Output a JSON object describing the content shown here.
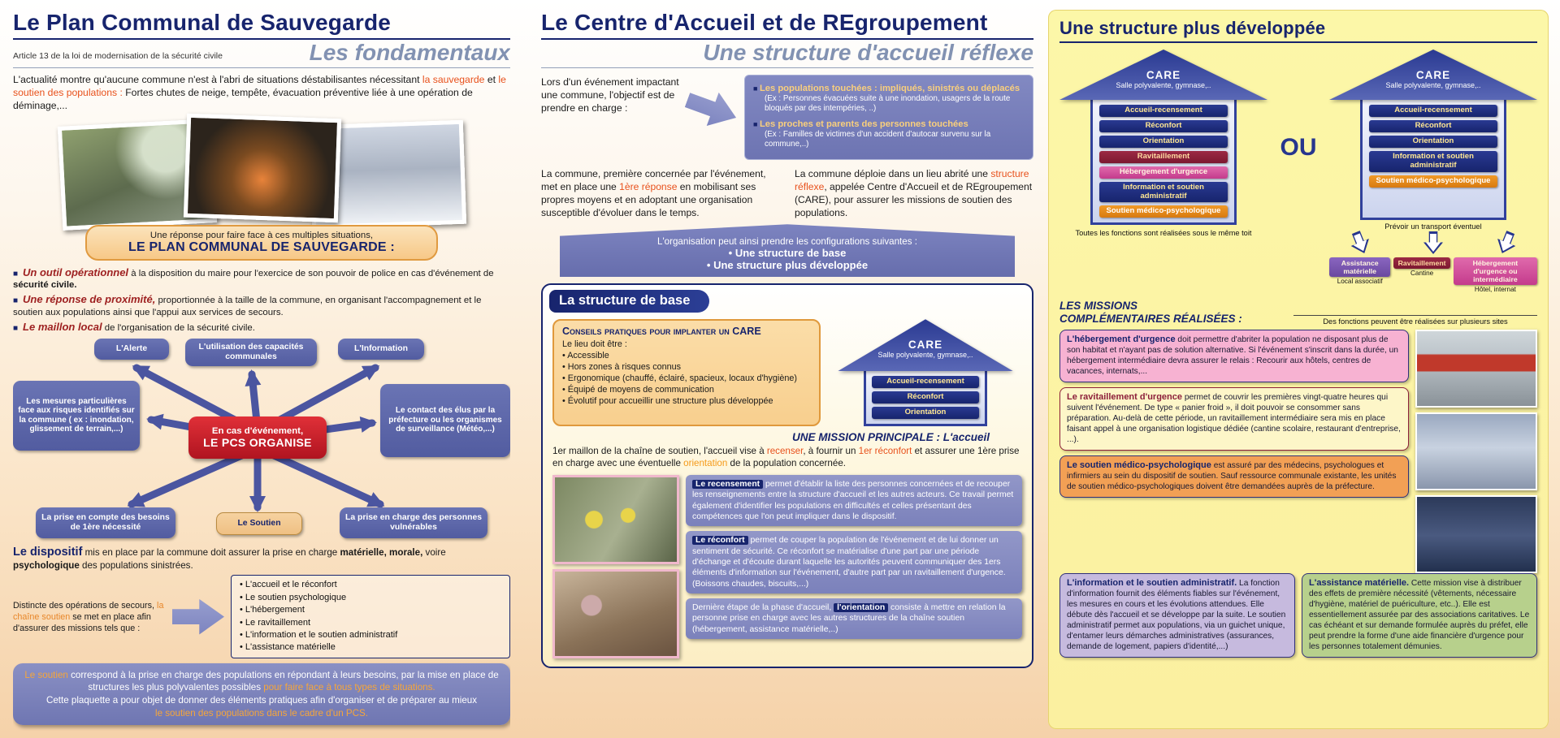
{
  "palette": {
    "navy": "#17246d",
    "red_accent": "#e8511c",
    "dark_red": "#9e2121",
    "slate_blue": "#5c66aa",
    "purple_box": "#7b81bb",
    "orange_frame": "#e09a40",
    "yellow_panel": "#fbf3a2",
    "center_red": "#c81e28"
  },
  "left": {
    "title": "Le Plan Communal de Sauvegarde",
    "subtitle": "Article 13 de la loi de modernisation de la sécurité civile",
    "tagline": "Les fondamentaux",
    "intro": {
      "s1": "L'actualité montre qu'aucune commune n'est à l'abri de situations déstabilisantes nécessitant ",
      "hl1": "la sauvegarde",
      "s2": " et ",
      "hl2": "le soutien des populations :",
      "s3": " Fortes chutes de neige, tempête, évacuation préventive liée à une opération de déminage,..."
    },
    "plan_box": {
      "line1": "Une réponse pour faire face à ces multiples situations,",
      "line2": "LE PLAN COMMUNAL DE SAUVEGARDE :"
    },
    "bullets": [
      {
        "lead": "Un outil opérationnel",
        "rest": " à la disposition du maire pour l'exercice de son pouvoir de police en cas d'événement de ",
        "bold": "sécurité civile."
      },
      {
        "lead": "Une réponse de proximité,",
        "rest": " proportionnée à la taille de la commune, en organisant l'accompagnement et le soutien aux populations ainsi que l'appui aux services de secours.",
        "bold": ""
      },
      {
        "lead": "Le maillon local",
        "rest": " de l'organisation de la sécurité civile.",
        "bold": ""
      }
    ],
    "diagram": {
      "center1": "En cas d'événement,",
      "center2": "LE PCS ORGANISE",
      "alerte": "L'Alerte",
      "capacites": "L'utilisation des capacités communales",
      "information": "L'Information",
      "mesures": "Les mesures particulières face aux risques identifiés sur la commune ( ex : inondation, glissement de terrain,...)",
      "contact": "Le contact des élus par la préfecture ou les organismes de surveillance (Météo,...)",
      "besoins": "La prise en compte des besoins de 1ère nécessité",
      "soutien": "Le Soutien",
      "vulnerables": "La prise en charge des personnes vulnérables"
    },
    "dispositif": {
      "lead": "Le dispositif",
      "s1": " mis en place par la commune doit assurer la prise en charge ",
      "b1": "matérielle, morale,",
      "s2": " voire ",
      "b2": "psychologique",
      "s3": " des populations sinistrées."
    },
    "chaine": {
      "s1": "Distincte des opérations de secours, ",
      "hl": "la chaîne soutien",
      "s2": " se met en place afin d'assurer des missions tels que :",
      "items": [
        "L'accueil et le réconfort",
        "Le soutien psychologique",
        "L'hébergement",
        "Le ravitaillement",
        "L'information et le soutien administratif",
        "L'assistance matérielle"
      ]
    },
    "footer": {
      "hl1": "Le soutien",
      "s1": " correspond à la prise en charge des populations en répondant à leurs besoins, par la mise en place de structures les plus polyvalentes possibles ",
      "hl2": "pour faire face à tous types de situations.",
      "s2": "Cette plaquette a pour objet de donner des éléments pratiques afin d'organiser et de préparer au mieux",
      "hl3": "le soutien des populations dans le cadre d'un PCS."
    }
  },
  "middle": {
    "title": "Le Centre d'Accueil et de REgroupement",
    "tagline": "Une structure d'accueil réflexe",
    "objective": "Lors d'un événement impactant une commune, l'objectif est de prendre en charge :",
    "targets": [
      {
        "lead": "Les populations touchées : impliqués, sinistrés ou déplacés",
        "rest": "(Ex : Personnes évacuées suite à une inondation, usagers de la route bloqués par des intempéries, ..)"
      },
      {
        "lead": "Les proches et parents des personnes touchées",
        "rest": "(Ex : Familles de victimes d'un accident d'autocar survenu sur la commune,..)"
      }
    ],
    "col1": {
      "s1": "La commune, première concernée par l'événement, met en place une ",
      "hl": "1ère réponse",
      "s2": " en mobilisant ses propres moyens et en adoptant une organisation susceptible d'évoluer dans le temps."
    },
    "col2": {
      "s1": "La commune déploie dans un lieu abrité une ",
      "hl": "structure réflexe",
      "s2": ", appelée Centre d'Accueil et de REgroupement (CARE), pour assurer les missions de soutien des populations."
    },
    "banner": {
      "l1": "L'organisation peut ainsi prendre les configurations suivantes :",
      "opt1": "Une structure de base",
      "opt2": "Une structure plus développée"
    },
    "base": {
      "header": "La structure de base",
      "advice_title": "Conseils pratiques pour implanter un CARE",
      "advice_intro": "Le lieu doit être :",
      "advice_items": [
        "Accessible",
        "Hors zones à risques connus",
        "Ergonomique (chauffé, éclairé, spacieux, locaux d'hygiène)",
        "Équipé de moyens de communication",
        "Évolutif pour accueillir une structure plus développée"
      ],
      "care_title": "CARE",
      "care_sub": "Salle polyvalente, gymnase,..",
      "functions": [
        "Accueil-recensement",
        "Réconfort",
        "Orientation"
      ],
      "mission_title": "UNE MISSION PRINCIPALE : L'accueil",
      "mission": {
        "s1": "1er maillon de la chaîne de soutien, l'accueil vise à ",
        "hl1": "recenser",
        "s2": ", à fournir un ",
        "hl2": "1er réconfort",
        "s3": " et assurer une 1ère prise en charge avec une éventuelle ",
        "hl3": "orientation",
        "s4": " de la population concernée."
      },
      "boxes": [
        {
          "lead": "Le recensement",
          "text": " permet d'établir la liste des personnes concernées et de recouper les renseignements entre la structure d'accueil et les autres acteurs. Ce travail permet également d'identifier les populations en difficultés et celles présentant des compétences que l'on peut impliquer dans le dispositif."
        },
        {
          "lead": "Le réconfort",
          "text": " permet de couper la population de l'événement et de lui donner un sentiment de sécurité. Ce réconfort se matérialise d'une part par une période d'échange et d'écoute durant laquelle les autorités peuvent communiquer des 1ers éléments d'information sur l'événement, d'autre part par un ravitaillement d'urgence. (Boissons chaudes, biscuits,...)"
        },
        {
          "prefix": "Dernière étape de la phase d'accueil, ",
          "lead": "l'orientation",
          "text": " consiste à mettre en relation la personne prise en charge avec les autres structures de la chaîne soutien (hébergement, assistance matérielle,..)"
        }
      ]
    }
  },
  "right": {
    "title": "Une structure plus développée",
    "ou": "OU",
    "house_left": {
      "care": "CARE",
      "sub": "Salle polyvalente, gymnase,..",
      "chips": [
        {
          "label": "Accueil-recensement",
          "style": "navy"
        },
        {
          "label": "Réconfort",
          "style": "navy"
        },
        {
          "label": "Orientation",
          "style": "navy"
        },
        {
          "label": "Ravitaillement",
          "style": "maroon"
        },
        {
          "label": "Hébergement d'urgence",
          "style": "pink"
        },
        {
          "label": "Information et soutien administratif",
          "style": "navy"
        },
        {
          "label": "Soutien médico-psychologique",
          "style": "orange"
        }
      ],
      "caption": "Toutes les fonctions sont réalisées sous le même toit"
    },
    "house_right": {
      "care": "CARE",
      "sub": "Salle polyvalente, gymnase,..",
      "chips": [
        {
          "label": "Accueil-recensement",
          "style": "navy"
        },
        {
          "label": "Réconfort",
          "style": "navy"
        },
        {
          "label": "Orientation",
          "style": "navy"
        },
        {
          "label": "Information et soutien administratif",
          "style": "navy"
        },
        {
          "label": "Soutien médico-psychologique",
          "style": "orange"
        }
      ],
      "transport": "Prévoir un transport éventuel",
      "satellites": [
        {
          "label": "Assistance matérielle",
          "sub": "Local associatif",
          "style": "purple"
        },
        {
          "label": "Ravitaillement",
          "sub": "Cantine",
          "style": "maroon"
        },
        {
          "label": "Hébergement d'urgence ou intermédiaire",
          "sub": "Hôtel, internat",
          "style": "pink"
        }
      ],
      "caption": "Des fonctions peuvent être réalisées sur plusieurs sites"
    },
    "missions_l1": "LES MISSIONS",
    "missions_l2": "COMPLÉMENTAIRES RÉALISÉES :",
    "missions": [
      {
        "lead": "L'hébergement d'urgence",
        "text": " doit permettre d'abriter la population ne disposant plus de son habitat et n'ayant pas de solution alternative. Si l'événement s'inscrit dans la durée, un hébergement intermédiaire devra assurer le relais : Recourir aux hôtels, centres de vacances, internats,..."
      },
      {
        "lead": "Le ravitaillement d'urgence",
        "text": " permet de couvrir les premières vingt-quatre heures qui suivent l'événement. De type « panier froid », il doit pouvoir se consommer sans préparation. Au-delà de cette période, un ravitaillement intermédiaire sera mis en place faisant appel à une organisation logistique dédiée (cantine scolaire, restaurant d'entreprise, ...)."
      },
      {
        "lead": "Le soutien médico-psychologique",
        "text": " est assuré par des médecins, psychologues et infirmiers au sein du dispositif de soutien. Sauf ressource communale existante, les unités de soutien médico-psychologiques doivent être demandées auprès de la préfecture."
      },
      {
        "lead": "L'information et le soutien administratif.",
        "text": " La fonction d'information fournit des éléments fiables sur l'événement, les mesures en cours et les évolutions attendues. Elle débute dès l'accueil et se développe par la suite. Le soutien administratif permet aux populations, via un guichet unique, d'entamer leurs démarches administratives (assurances, demande de logement, papiers d'identité,...)"
      },
      {
        "lead": "L'assistance matérielle.",
        "text": " Cette mission vise à distribuer des effets de première nécessité (vêtements, nécessaire d'hygiène, matériel de puériculture, etc..). Elle est essentiellement assurée par des associations caritatives. Le cas échéant et sur demande formulée auprès du préfet, elle peut prendre la forme d'une aide financière d'urgence pour les personnes totalement démunies."
      }
    ]
  }
}
